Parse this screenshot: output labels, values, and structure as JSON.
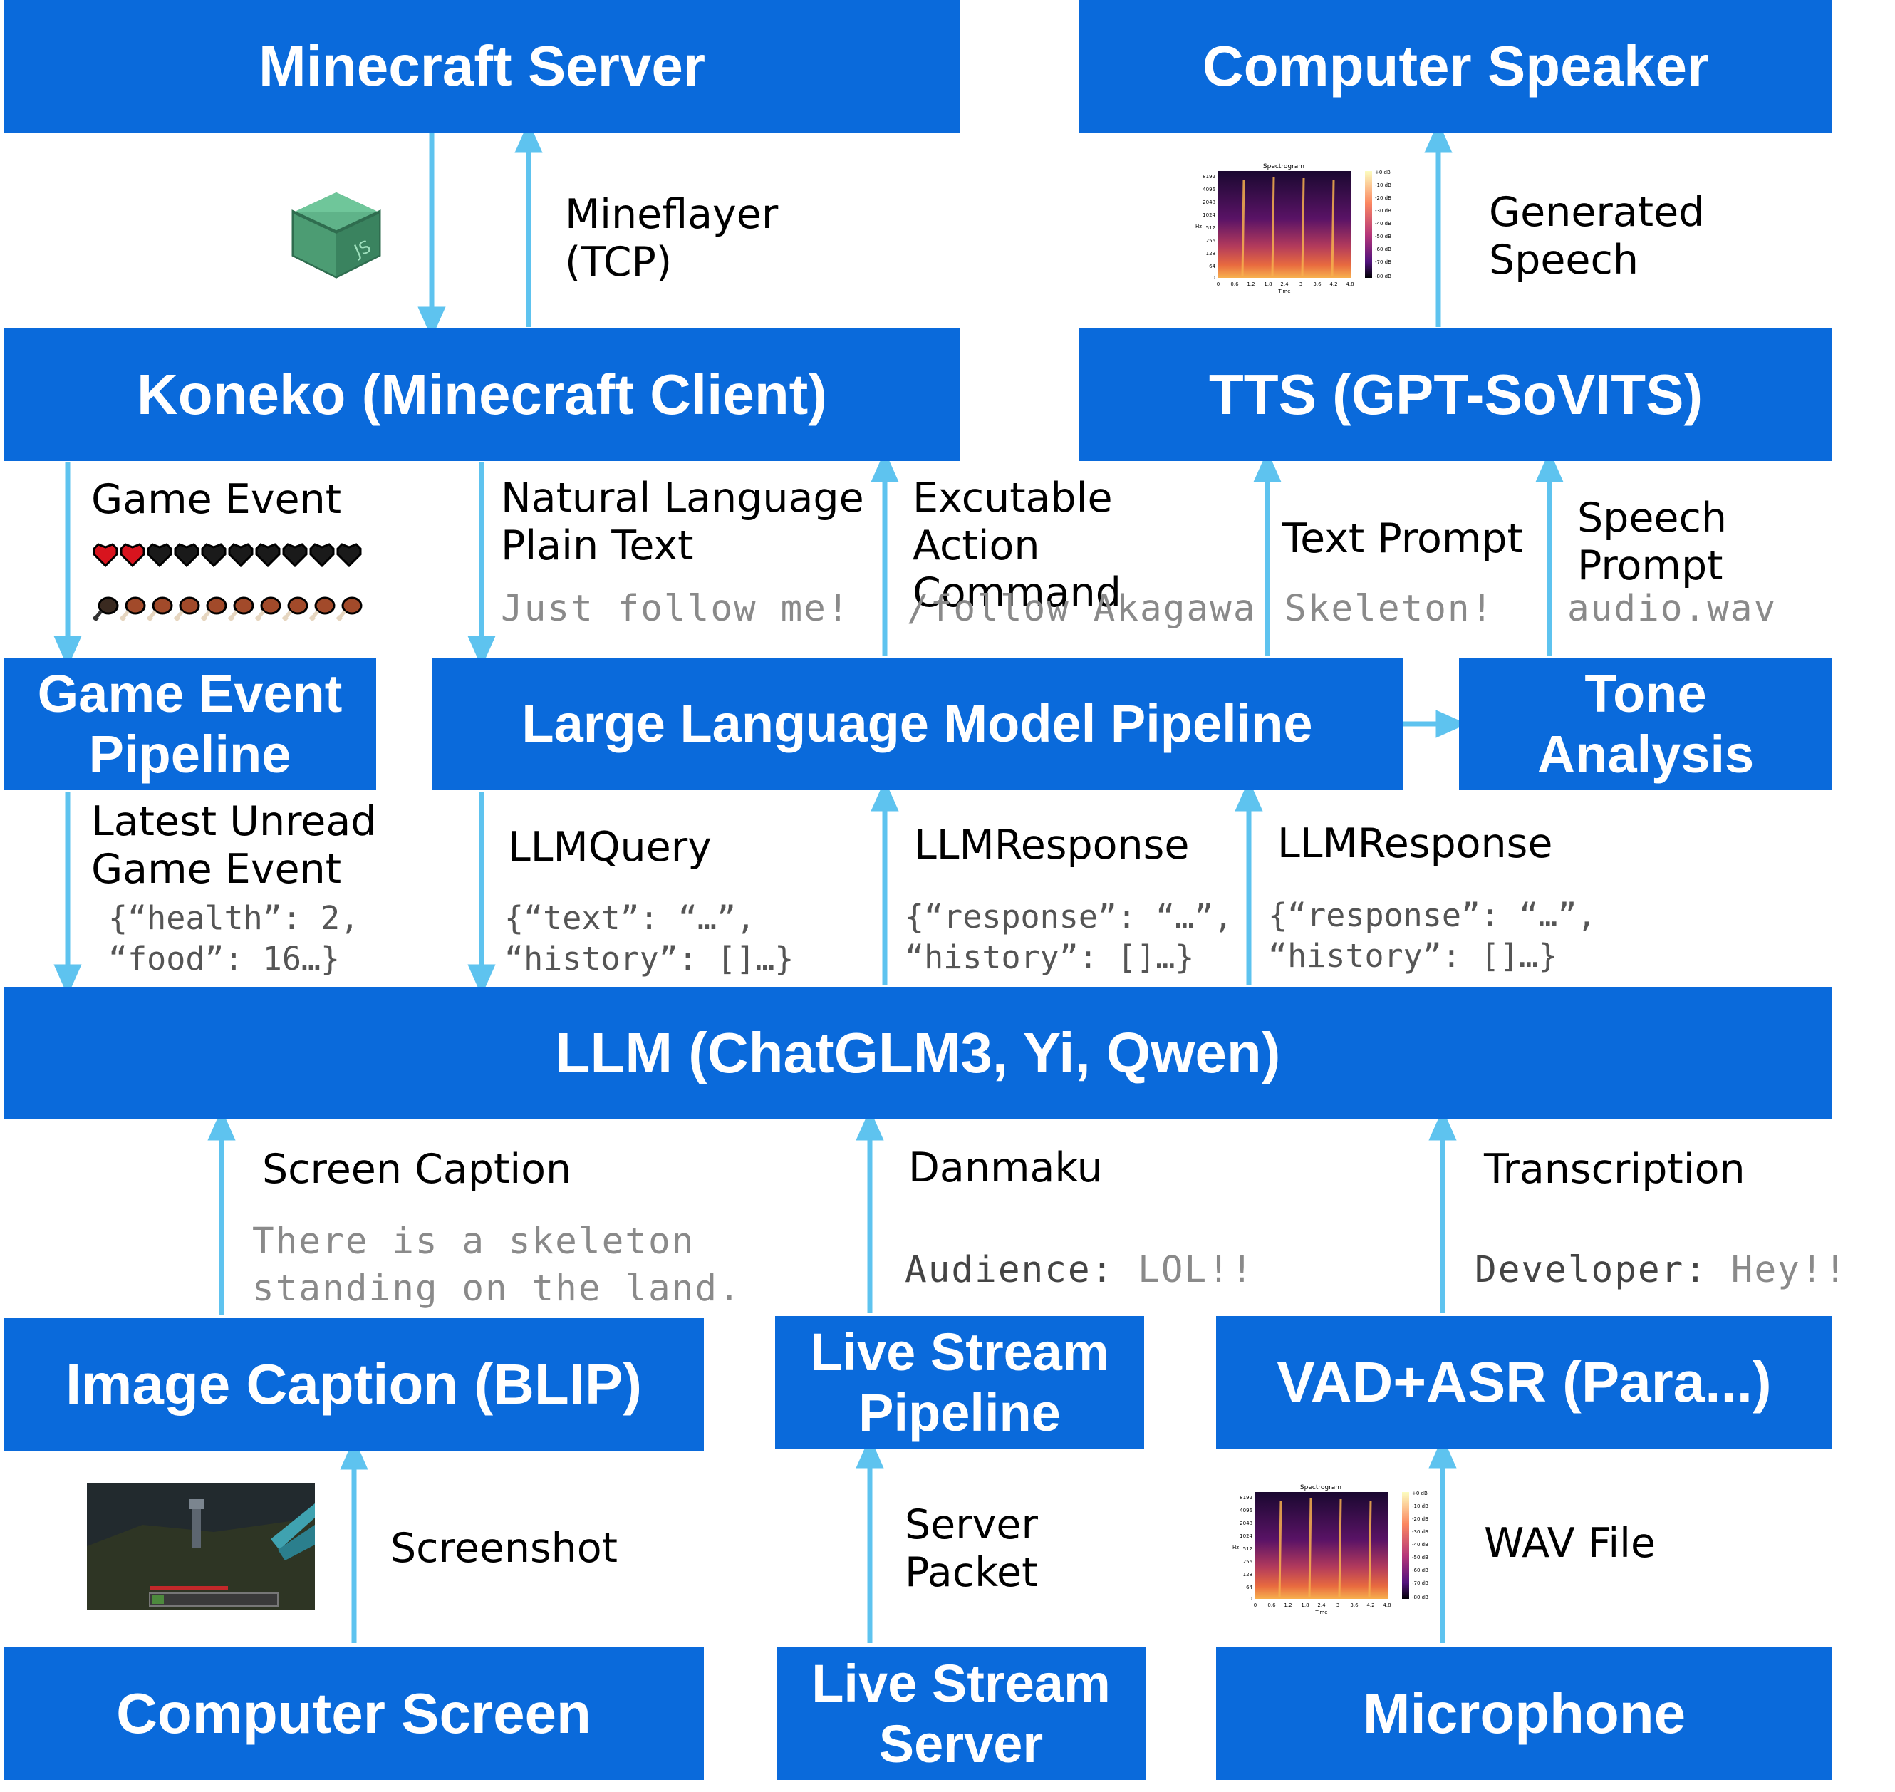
{
  "colors": {
    "box": "#0a6adb",
    "arrow": "#5ec3ef",
    "box_text": "#ffffff"
  },
  "boxes": {
    "minecraft_server": "Minecraft Server",
    "computer_speaker": "Computer Speaker",
    "koneko": "Koneko (Minecraft Client)",
    "tts": "TTS (GPT-SoVITS)",
    "game_event_pipeline": "Game Event Pipeline",
    "llm_pipeline": "Large Language Model Pipeline",
    "tone_analysis": "Tone Analysis",
    "llm": "LLM (ChatGLM3, Yi, Qwen)",
    "image_caption": "Image Caption (BLIP)",
    "live_stream_pipeline": "Live Stream Pipeline",
    "vad_asr": "VAD+ASR (Para...)",
    "computer_screen": "Computer Screen",
    "live_stream_server": "Live Stream Server",
    "microphone": "Microphone"
  },
  "labels": {
    "mineflayer": "Mineflayer (TCP)",
    "generated_speech": "Generated Speech",
    "game_event": "Game Event",
    "natural_language": "Natural Language Plain Text",
    "natural_language_example": "Just follow me!",
    "executable_action": "Excutable Action Command",
    "executable_action_example": "/follow Akagawa",
    "text_prompt": "Text Prompt",
    "text_prompt_example": "Skeleton!",
    "speech_prompt": "Speech Prompt",
    "speech_prompt_example": "audio.wav",
    "latest_unread": "Latest Unread Game Event",
    "latest_unread_json_1": "{“health”: 2,",
    "latest_unread_json_2": "“food”: 16…}",
    "llm_query": "LLMQuery",
    "llm_query_json_1": "{“text”: “…”,",
    "llm_query_json_2": "“history”: []…}",
    "llm_response_1": "LLMResponse",
    "llm_response_1_json_1": "{“response”: “…”,",
    "llm_response_1_json_2": "“history”: []…}",
    "llm_response_2": "LLMResponse",
    "llm_response_2_json_1": "{“response”: “…”,",
    "llm_response_2_json_2": "“history”: []…}",
    "screen_caption": "Screen Caption",
    "screen_caption_example_1": "There is a skeleton",
    "screen_caption_example_2": "standing on the land.",
    "danmaku": "Danmaku",
    "danmaku_speaker": "Audience:",
    "danmaku_text": "LOL!!",
    "transcription": "Transcription",
    "transcription_speaker": "Developer:",
    "transcription_text": "Hey!!",
    "screenshot": "Screenshot",
    "server_packet": "Server Packet",
    "wav_file": "WAV File"
  },
  "spectrogram": {
    "title": "Spectrogram",
    "y_ticks": [
      "8192",
      "4096",
      "2048",
      "1024",
      "512",
      "256",
      "128",
      "64",
      "0"
    ],
    "y_label": "Hz",
    "x_ticks": [
      "0",
      "0.6",
      "1.2",
      "1.8",
      "2.4",
      "3",
      "3.6",
      "4.2",
      "4.8"
    ],
    "x_label": "Time",
    "cb_ticks": [
      "+0 dB",
      "-10 dB",
      "-20 dB",
      "-30 dB",
      "-40 dB",
      "-50 dB",
      "-60 dB",
      "-70 dB",
      "-80 dB"
    ]
  },
  "icons": {
    "js_cube": "JS",
    "hearts_filled": 2,
    "hearts_total": 10,
    "food_total": 10
  }
}
